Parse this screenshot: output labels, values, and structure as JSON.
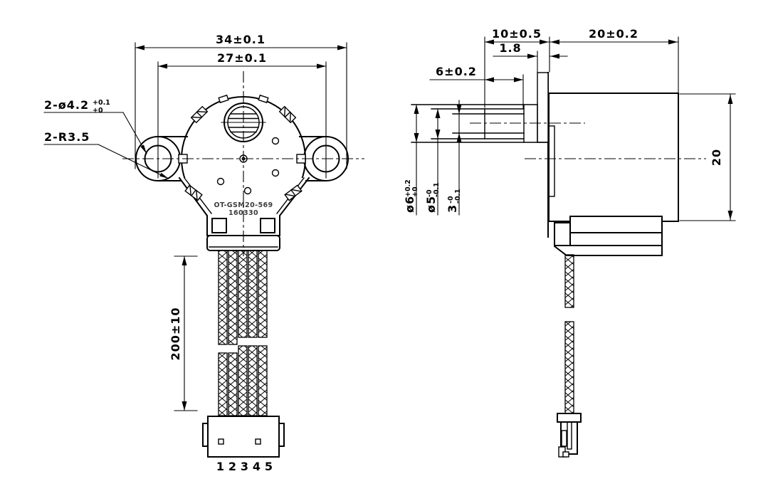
{
  "front": {
    "dim_overall_width": "34±0.1",
    "dim_hole_spacing": "27±0.1",
    "dim_wire_length": "200±10",
    "note_holes": {
      "base": "2-ø4.2",
      "tol_upper": "+0.1",
      "tol_lower": "+0"
    },
    "note_ears": "2-R3.5",
    "stamp_line1": "OT-GSM20-569",
    "stamp_line2": "160330",
    "pins": [
      "1",
      "2",
      "3",
      "4",
      "5"
    ]
  },
  "side": {
    "dim_shaft_length": "10±0.5",
    "dim_body_length": "20±0.2",
    "dim_plate_thickness": "1.8",
    "dim_flat_length": "6±0.2",
    "dim_body_height": "20",
    "dim_shaft_major": {
      "base": "ø6",
      "tol_upper": "+0.2",
      "tol_lower": "+0"
    },
    "dim_shaft_minor": {
      "base": "ø5",
      "tol_upper": "-0",
      "tol_lower": "-0.1"
    },
    "dim_flat_width": {
      "base": "3",
      "tol_upper": "-0",
      "tol_lower": "-0.1"
    }
  },
  "colors": {
    "line": "#000000",
    "background": "#ffffff",
    "stamp": "#3d3d3d"
  }
}
